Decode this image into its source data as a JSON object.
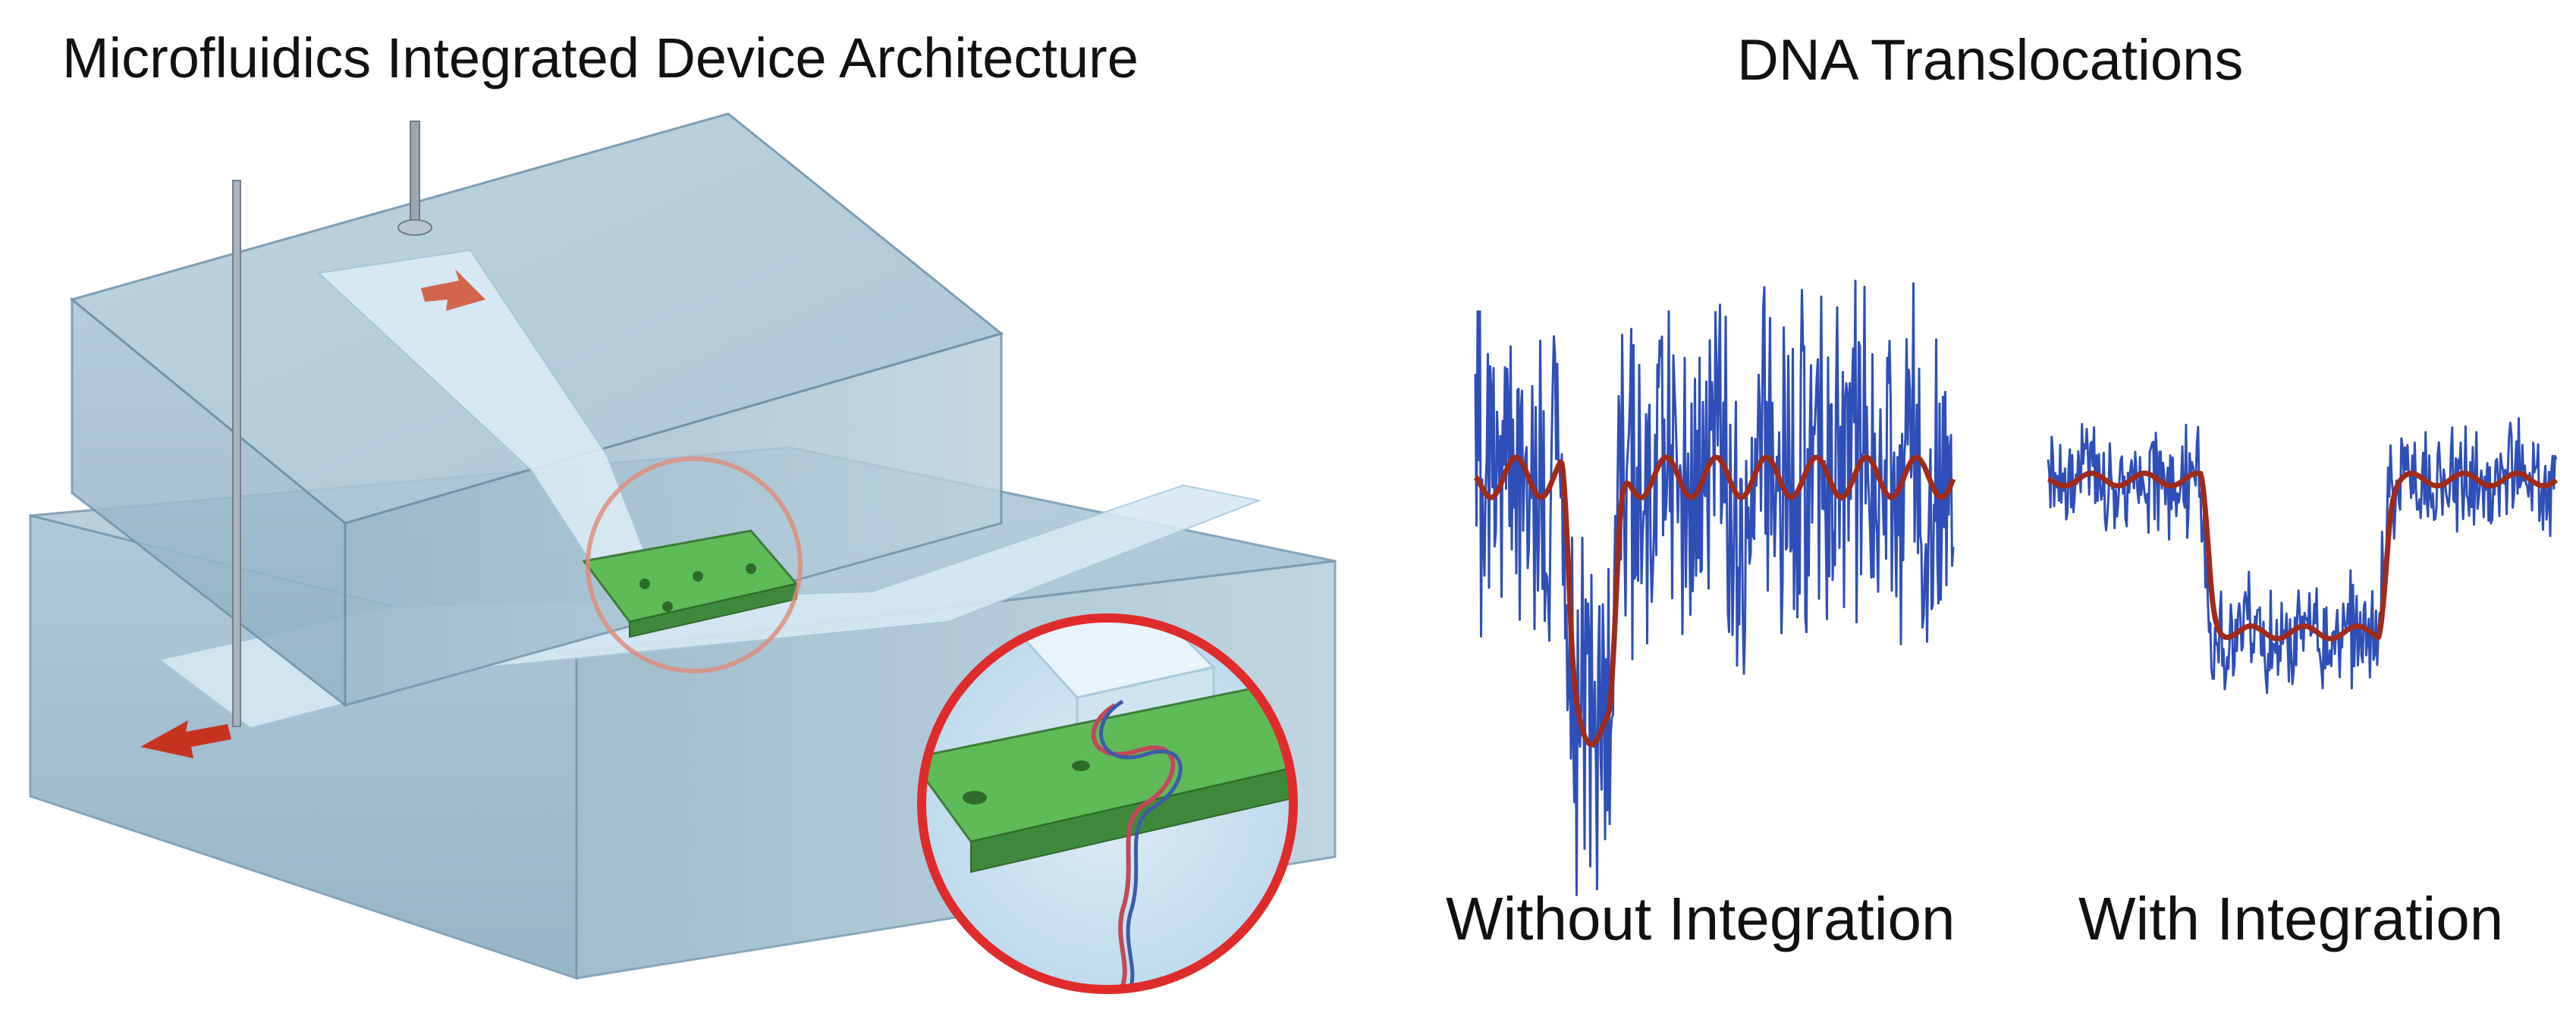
{
  "titles": {
    "device": "Microfluidics Integrated Device Architecture",
    "translocations": "DNA Translocations",
    "without": "Without Integration",
    "with": "With Integration"
  },
  "colors": {
    "raw_trace": "#2e4fb8",
    "filtered_trace": "#a02a1a",
    "block_fill": "#9fbfd4",
    "chip_green": "#4fa64a",
    "zoom_ring": "#e02b2b",
    "flow_arrow": "#c8331f"
  },
  "icons": {
    "inlet": "inlet-tube-icon",
    "outlet": "outlet-tube-icon",
    "flow_in": "flow-arrow-icon",
    "flow_out": "flow-arrow-icon",
    "dna": "dna-helix-icon"
  },
  "traces": {
    "without": {
      "baseline": 0.52,
      "blockade": 0.2,
      "noise": 0.55
    },
    "with": {
      "baseline": 0.52,
      "blockade": 0.2,
      "noise": 0.28
    }
  }
}
